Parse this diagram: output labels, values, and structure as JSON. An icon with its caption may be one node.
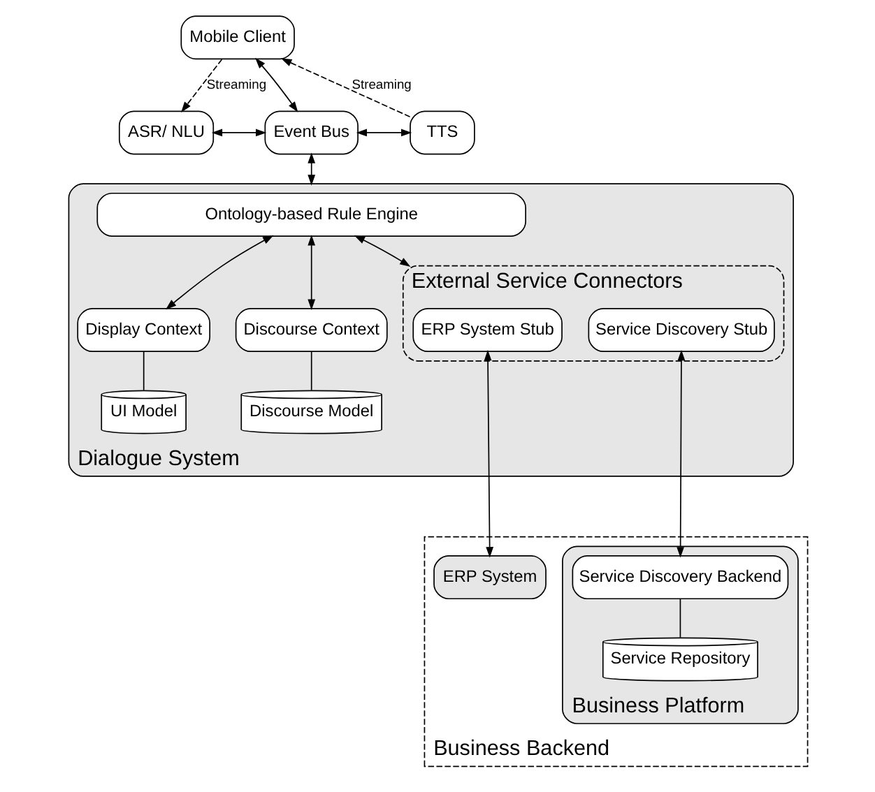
{
  "diagram": {
    "nodes": [
      {
        "text": [
          "Mobile Client"
        ]
      },
      {
        "text": [
          "ASR/ NLU"
        ]
      },
      {
        "text": [
          "Event Bus"
        ]
      },
      {
        "text": [
          "TTS"
        ]
      },
      {
        "text": [
          "Dialogue System"
        ]
      },
      {
        "text": [
          "Ontology-based Rule Engine"
        ],
        "in": 4
      },
      {
        "text": [
          "Display Context"
        ],
        "in": 4
      },
      {
        "text": [
          "UI Model"
        ],
        "in": 4
      },
      {
        "text": [
          "External Service Connectors"
        ],
        "in": 4
      },
      {
        "text": [
          "ERP System Stub"
        ],
        "in": 8
      },
      {
        "text": [
          "Service Discovery Stub"
        ],
        "in": 8
      },
      {
        "text": [
          "Discourse Context"
        ],
        "in": 4
      },
      {
        "text": [
          "Discourse Model"
        ],
        "in": 4
      },
      {
        "text": [
          "Business Backend"
        ]
      },
      {
        "text": [
          "ERP System"
        ],
        "in": 13
      },
      {
        "text": [
          "Business Platform"
        ],
        "in": 13
      },
      {
        "text": [
          "Service Discovery Backend"
        ],
        "in": 15
      },
      {
        "text": [
          "Service Repository"
        ],
        "in": 15
      }
    ],
    "edges": [
      {
        "from": 0,
        "to": 1,
        "arrow": "to",
        "label": "Streaming",
        "style": "dashed"
      },
      {
        "from": 3,
        "to": 0,
        "arrow": "to",
        "label": "Streaming",
        "style": "dashed"
      },
      {
        "from": 0,
        "to": 2,
        "arrow": "both"
      },
      {
        "from": 1,
        "to": 2,
        "arrow": "both"
      },
      {
        "from": 2,
        "to": 3,
        "arrow": "both"
      },
      {
        "from": 2,
        "to": 4,
        "arrow": "both"
      },
      {
        "from": 5,
        "to": 6,
        "arrow": "both"
      },
      {
        "from": 5,
        "to": 8,
        "arrow": "both"
      },
      {
        "from": 5,
        "to": 11,
        "arrow": "both"
      },
      {
        "from": 6,
        "to": 7,
        "arrow": "none"
      },
      {
        "from": 11,
        "to": 12,
        "arrow": "none"
      },
      {
        "from": 9,
        "to": 14,
        "arrow": "both"
      },
      {
        "from": 10,
        "to": 16,
        "arrow": "both"
      },
      {
        "from": 16,
        "to": 17,
        "arrow": "none"
      }
    ]
  }
}
